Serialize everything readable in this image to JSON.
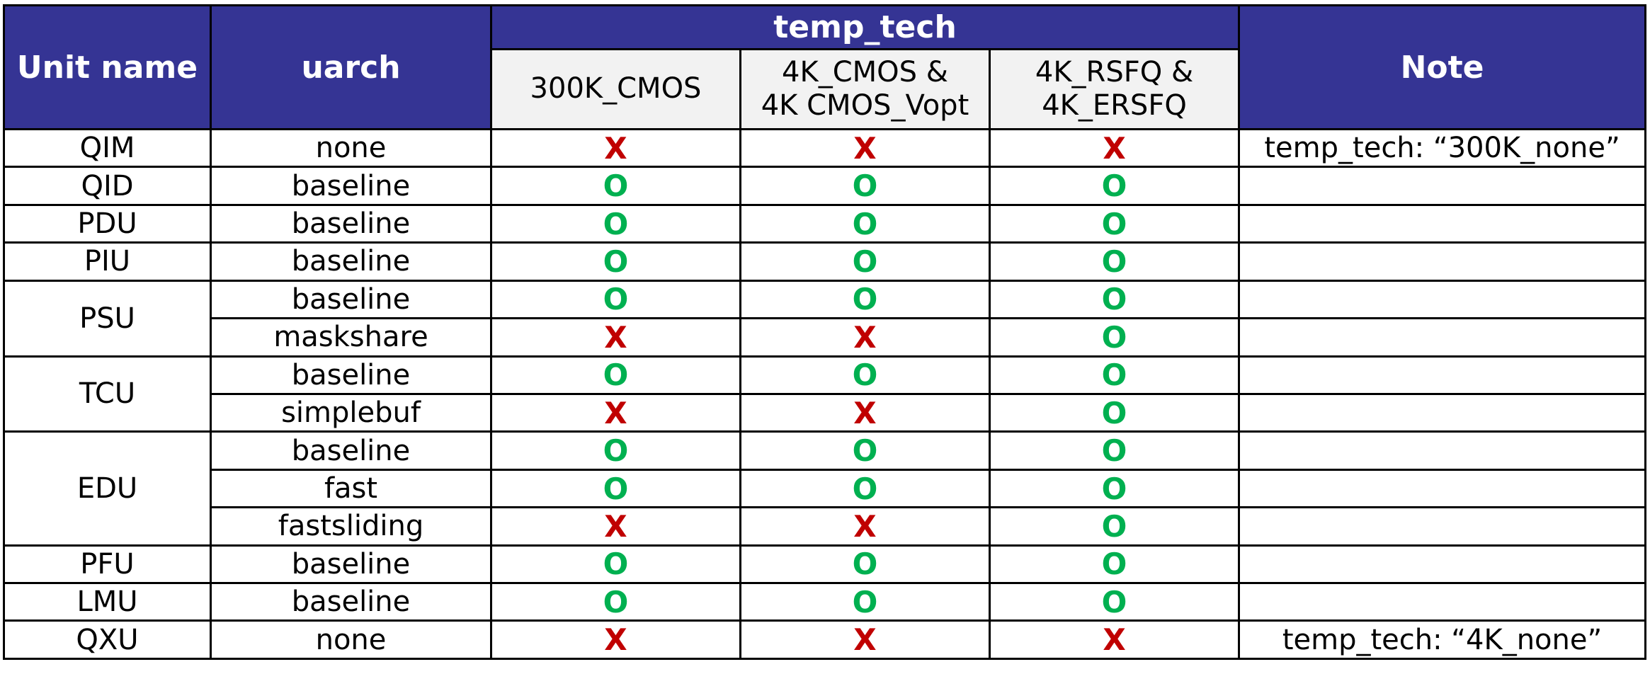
{
  "chart_data": {
    "type": "table",
    "headers": {
      "unit_name": "Unit name",
      "uarch": "uarch",
      "temp_tech": "temp_tech",
      "note": "Note",
      "tech_cols": [
        "300K_CMOS",
        "4K_CMOS & 4K CMOS_Vopt",
        "4K_RSFQ & 4K_ERSFQ"
      ]
    },
    "tech_cols_lines": [
      [
        "300K_CMOS"
      ],
      [
        "4K_CMOS &",
        "4K CMOS_Vopt"
      ],
      [
        "4K_RSFQ &",
        "4K_ERSFQ"
      ]
    ],
    "units": [
      {
        "name": "QIM",
        "rows": [
          {
            "uarch": "none",
            "marks": [
              "X",
              "X",
              "X"
            ],
            "note": "temp_tech: “300K_none”"
          }
        ]
      },
      {
        "name": "QID",
        "rows": [
          {
            "uarch": "baseline",
            "marks": [
              "O",
              "O",
              "O"
            ],
            "note": ""
          }
        ]
      },
      {
        "name": "PDU",
        "rows": [
          {
            "uarch": "baseline",
            "marks": [
              "O",
              "O",
              "O"
            ],
            "note": ""
          }
        ]
      },
      {
        "name": "PIU",
        "rows": [
          {
            "uarch": "baseline",
            "marks": [
              "O",
              "O",
              "O"
            ],
            "note": ""
          }
        ]
      },
      {
        "name": "PSU",
        "rows": [
          {
            "uarch": "baseline",
            "marks": [
              "O",
              "O",
              "O"
            ],
            "note": ""
          },
          {
            "uarch": "maskshare",
            "marks": [
              "X",
              "X",
              "O"
            ],
            "note": ""
          }
        ]
      },
      {
        "name": "TCU",
        "rows": [
          {
            "uarch": "baseline",
            "marks": [
              "O",
              "O",
              "O"
            ],
            "note": ""
          },
          {
            "uarch": "simplebuf",
            "marks": [
              "X",
              "X",
              "O"
            ],
            "note": ""
          }
        ]
      },
      {
        "name": "EDU",
        "rows": [
          {
            "uarch": "baseline",
            "marks": [
              "O",
              "O",
              "O"
            ],
            "note": ""
          },
          {
            "uarch": "fast",
            "marks": [
              "O",
              "O",
              "O"
            ],
            "note": ""
          },
          {
            "uarch": "fastsliding",
            "marks": [
              "X",
              "X",
              "O"
            ],
            "note": ""
          }
        ]
      },
      {
        "name": "PFU",
        "rows": [
          {
            "uarch": "baseline",
            "marks": [
              "O",
              "O",
              "O"
            ],
            "note": ""
          }
        ]
      },
      {
        "name": "LMU",
        "rows": [
          {
            "uarch": "baseline",
            "marks": [
              "O",
              "O",
              "O"
            ],
            "note": ""
          }
        ]
      },
      {
        "name": "QXU",
        "rows": [
          {
            "uarch": "none",
            "marks": [
              "X",
              "X",
              "X"
            ],
            "note": "temp_tech: “4K_none”"
          }
        ]
      }
    ]
  },
  "colors": {
    "header_bg": "#353494",
    "header_text": "#ffffff",
    "subheader_bg": "#f2f2f2",
    "mark_x": "#c00000",
    "mark_o": "#00b050",
    "border": "#000000"
  }
}
